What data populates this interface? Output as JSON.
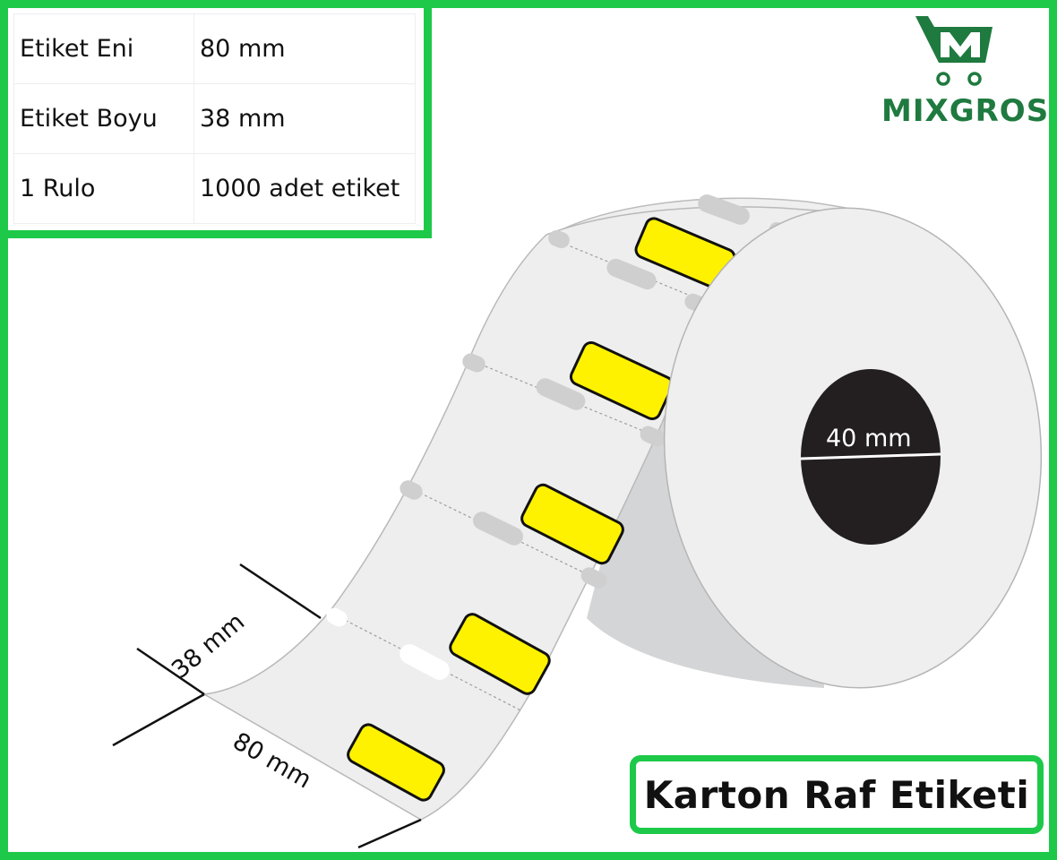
{
  "specs": {
    "rows": [
      {
        "key": "Etiket Eni",
        "value": "80 mm"
      },
      {
        "key": "Etiket Boyu",
        "value": "38 mm"
      },
      {
        "key": "1 Rulo",
        "value": "1000 adet etiket"
      }
    ]
  },
  "brand": {
    "name": "MIXGROS",
    "logo_icon": "shopping-cart-m-icon",
    "color": "#1f7a3f"
  },
  "illustration": {
    "core_diameter_label": "40 mm",
    "height_dimension_label": "38 mm",
    "width_dimension_label": "80 mm",
    "label_color": "#fff200",
    "paper_color": "#efefef",
    "core_color": "#231f20"
  },
  "product_title": "Karton Raf Etiketi",
  "accent_color": "#1ec94a"
}
